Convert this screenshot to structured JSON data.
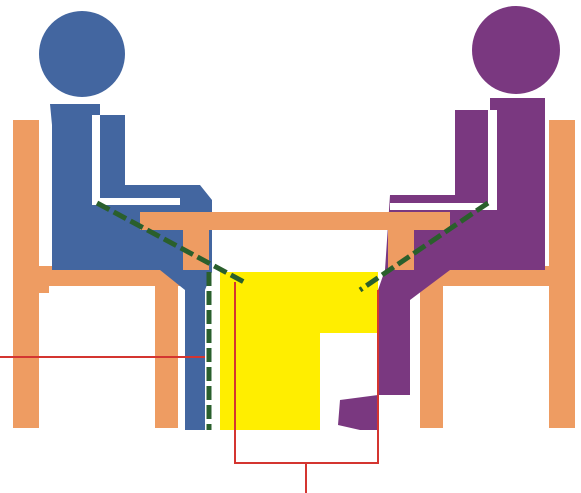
{
  "colors": {
    "background": "#ffffff",
    "chair": "#ee9c62",
    "table": "#ee9c62",
    "person_left": "#4366a0",
    "person_right": "#7a3880",
    "shared_space": "#ffee00",
    "sight_line": "#2a5f2c",
    "callout_line": "#d43530"
  },
  "figures": [
    {
      "id": "person-left",
      "description_icon": "seated-person-icon",
      "facing": "right"
    },
    {
      "id": "person-right",
      "description_icon": "seated-person-icon",
      "facing": "left"
    }
  ],
  "elements": {
    "chairs": 2,
    "table": 1,
    "shared_space_region": "yellow",
    "sight_lines": 3,
    "callout_lines": 2
  }
}
